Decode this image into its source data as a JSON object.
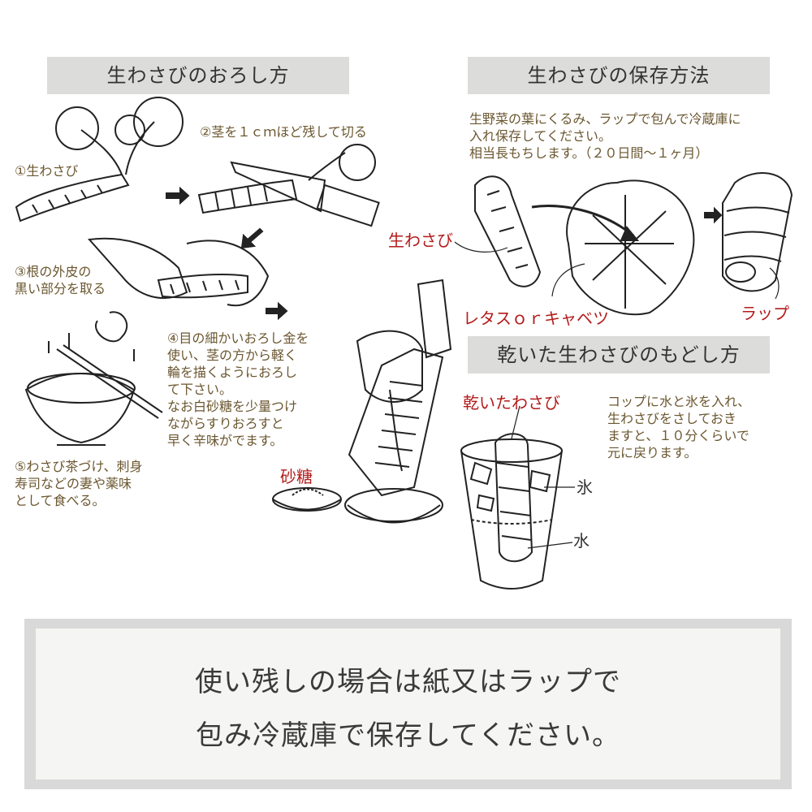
{
  "grating": {
    "title": "生わさびのおろし方",
    "step1": "①生わさび",
    "step2": "②茎を１ｃｍほど残して切る",
    "step3": "③根の外皮の\n黒い部分を取る",
    "step4": "④目の細かいおろし金を\n使い、茎の方から軽く\n輪を描くようにおろし\nて下さい。\nなお白砂糖を少量つけ\nながらすりおろすと\n早く辛味がでます。",
    "step5": "⑤わさび茶づけ、刺身\n寿司などの妻や薬味\nとして食べる。",
    "sugar_label": "砂糖"
  },
  "storage": {
    "title": "生わさびの保存方法",
    "body": "生野菜の葉にくるみ、ラップで包んで冷蔵庫に\n入れ保存してください。\n相当長もちします。（２０日間～１ヶ月）",
    "label_wasabi": "生わさび",
    "label_lettuce": "レタスｏｒキャベツ",
    "label_wrap": "ラップ"
  },
  "rehydrate": {
    "title": "乾いた生わさびのもどし方",
    "body": "コップに水と氷を入れ、\n生わさびをさしておき\nますと、１０分くらいで\n元に戻ります。",
    "label_dried": "乾いたわさび",
    "label_ice": "氷",
    "label_water": "水"
  },
  "note": {
    "line1": "使い残しの場合は紙又はラップで",
    "line2": "包み冷蔵庫で保存してください。"
  }
}
